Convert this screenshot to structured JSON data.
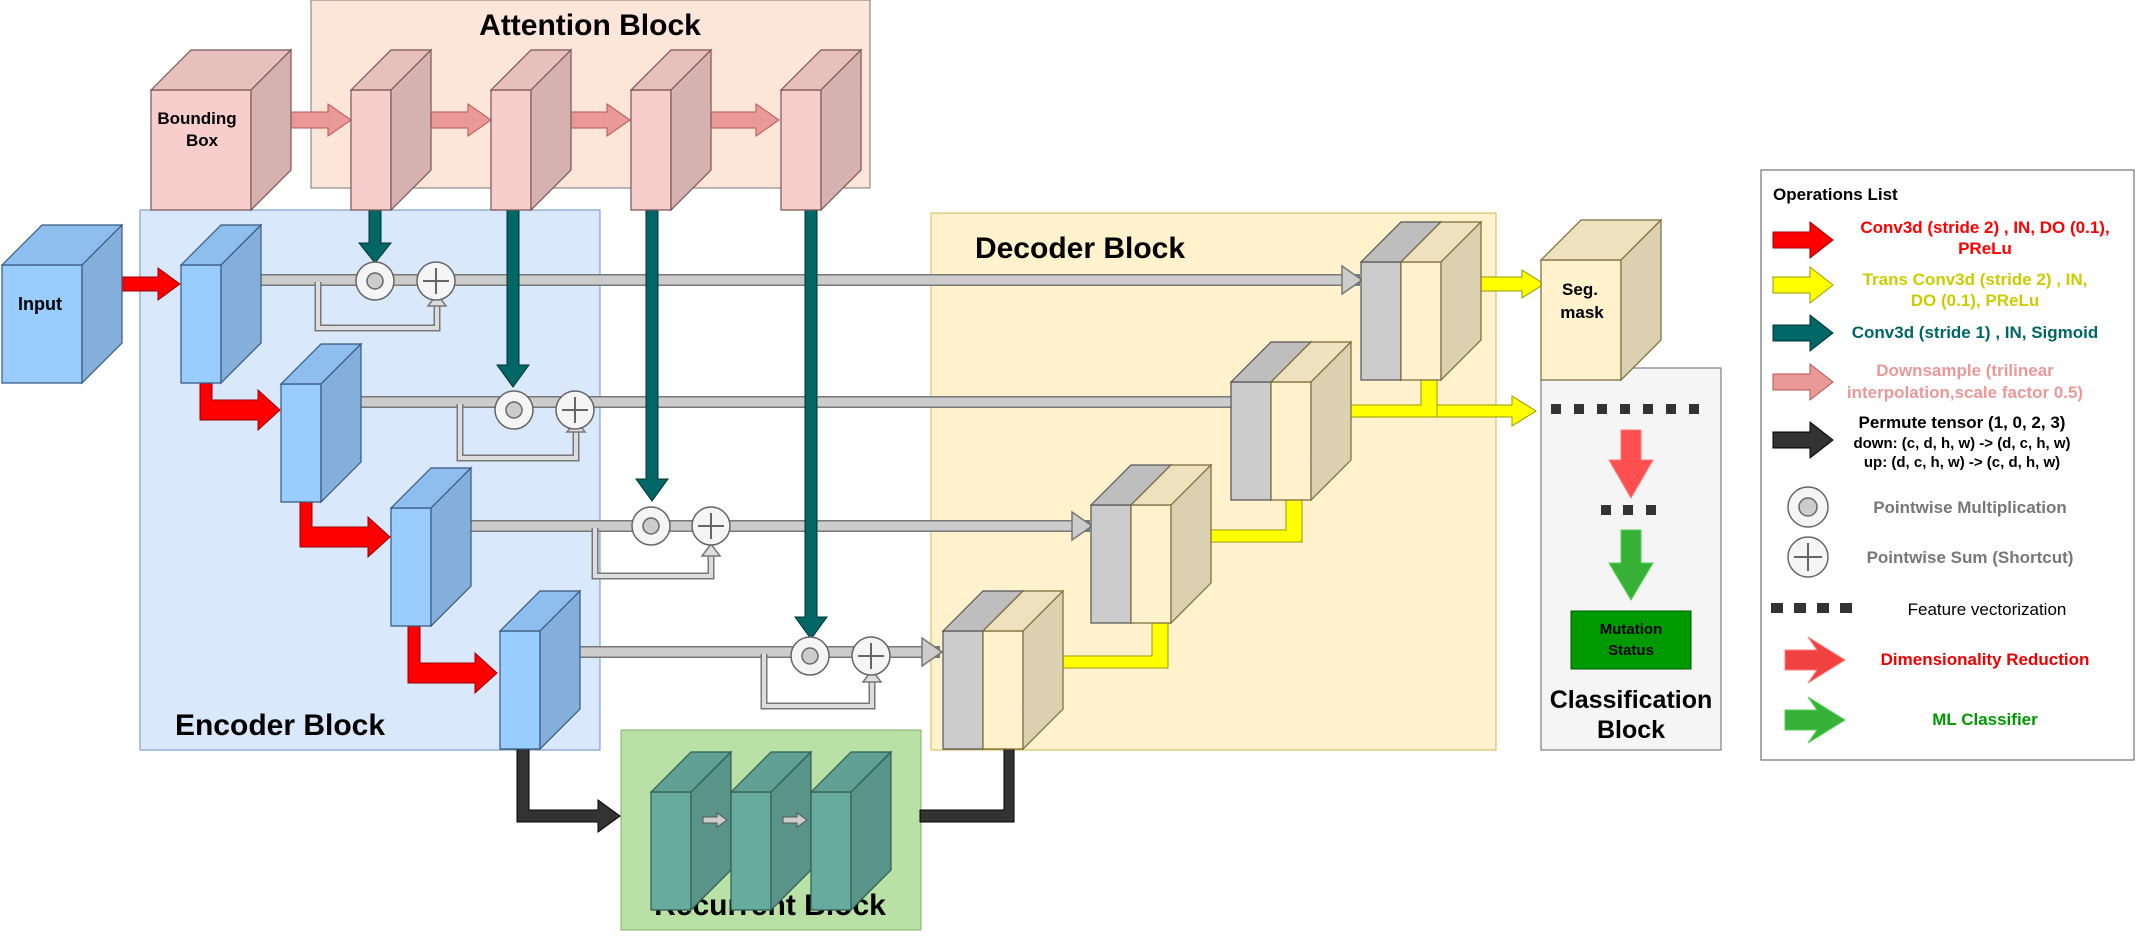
{
  "blocks": {
    "attention": "Attention Block",
    "encoder": "Encoder Block",
    "decoder": "Decoder Block",
    "recurrent": "Recurrent Block",
    "classification_line1": "Classification",
    "classification_line2": "Block"
  },
  "nodes": {
    "input": "Input",
    "bbox_line1": "Bounding",
    "bbox_line2": "Box",
    "seg_line1": "Seg.",
    "seg_line2": "mask",
    "mutation_line1": "Mutation",
    "mutation_line2": "Status"
  },
  "legend": {
    "title": "Operations List",
    "conv_down_line1": "Conv3d (stride 2) , IN, DO (0.1),",
    "conv_down_line2": "PReLu",
    "trans_conv_line1": "Trans Conv3d (stride 2) , IN,",
    "trans_conv_line2": "DO (0.1), PReLu",
    "conv_sig": "Conv3d (stride 1) , IN, Sigmoid",
    "downsample_line1": "Downsample (trilinear",
    "downsample_line2": "interpolation,scale factor 0.5)",
    "permute_line1": "Permute tensor (1, 0, 2, 3)",
    "permute_line2": "down: (c, d, h, w) -> (d, c, h, w)",
    "permute_line3": "up: (d, c, h, w) -> (c, d, h, w)",
    "mult": "Pointwise Multiplication",
    "sum": "Pointwise Sum (Shortcut)",
    "vector": "Feature vectorization",
    "dimred": "Dimensionality Reduction",
    "mlclass": "ML Classifier"
  },
  "colors": {
    "red": "#ff0000",
    "yellow": "#ffff00",
    "teal": "#006666",
    "pink": "#ea9999",
    "dark": "#333333",
    "encoder_bg": "#dae8fc",
    "attention_bg": "#fce5d9",
    "decoder_bg": "#fff2cc",
    "recurrent_bg": "#b9e0a5",
    "classification_bg": "#f5f5f5",
    "mutation_green": "#009900",
    "blue_cube": "#99ccff",
    "pink_cube": "#f8cecc",
    "teal_cube": "#67ab9f",
    "cream_cube": "#fff2cc"
  }
}
